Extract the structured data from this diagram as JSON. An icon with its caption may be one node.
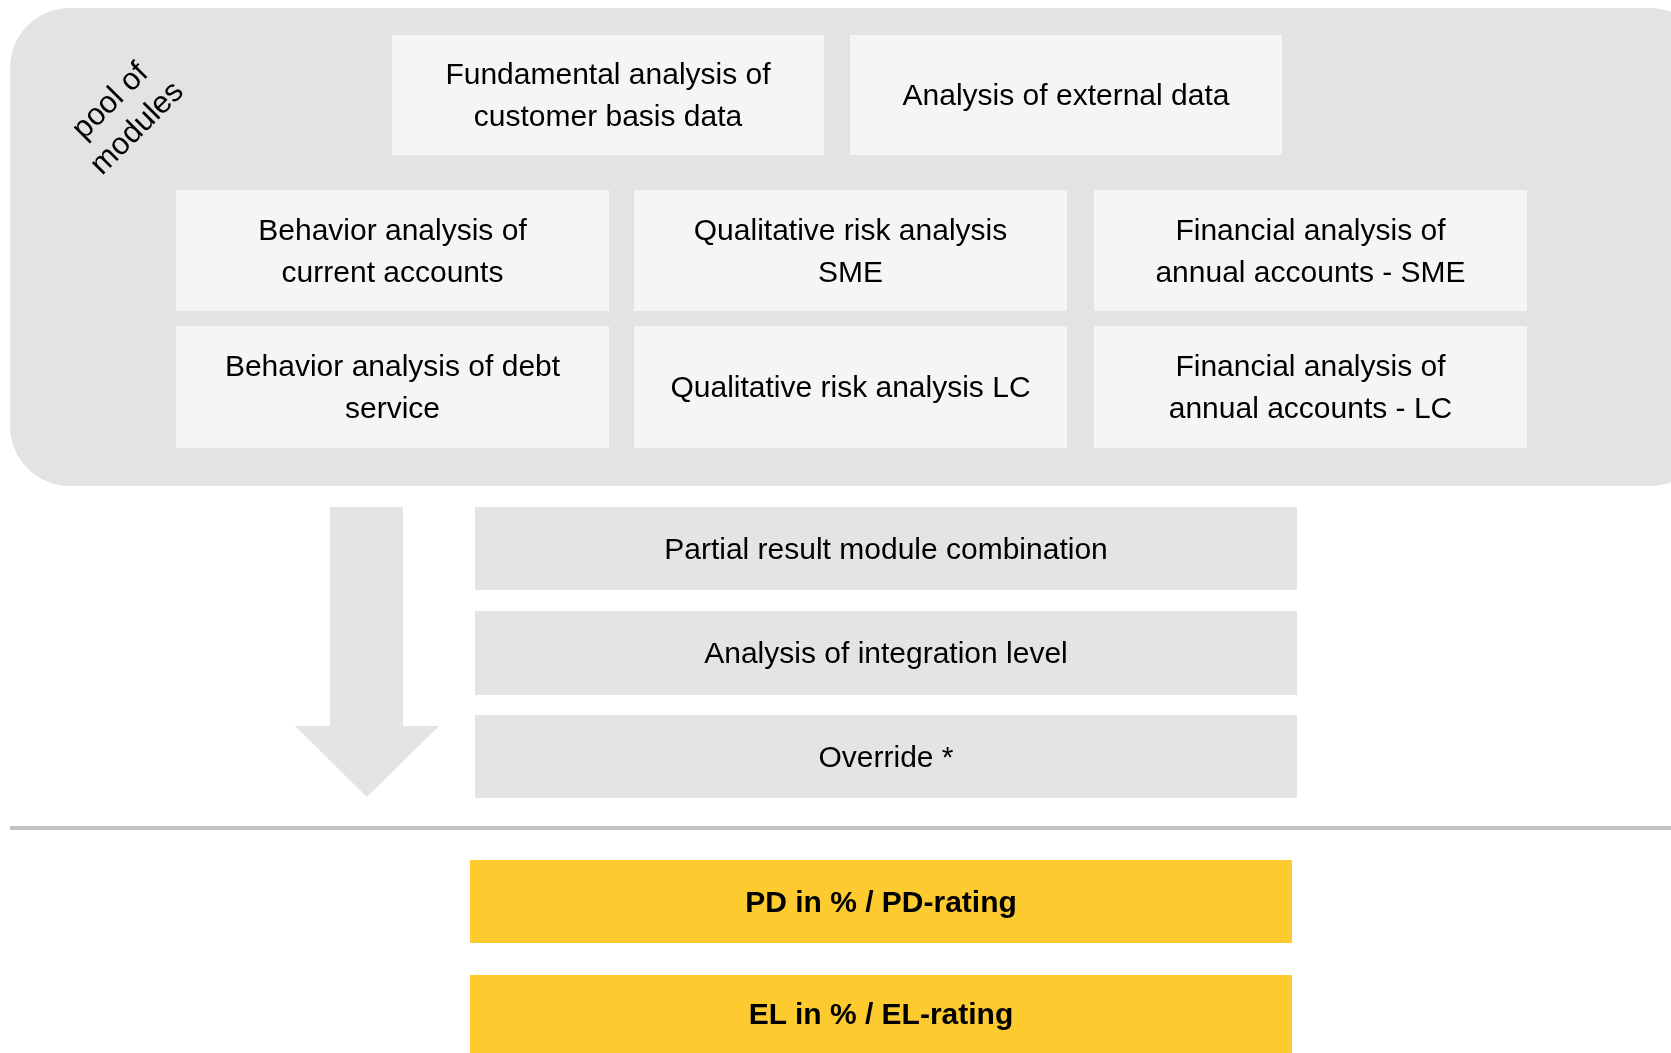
{
  "diagram": {
    "nodes": [
      {
        "text": [
          "pool of modules"
        ]
      },
      {
        "text": [
          "Fundamental analysis of customer basis data"
        ],
        "in": 0
      },
      {
        "text": [
          "Analysis of external data"
        ],
        "in": 0
      },
      {
        "text": [
          "Behavior analysis of current accounts"
        ],
        "in": 0
      },
      {
        "text": [
          "Qualitative risk analysis SME"
        ],
        "in": 0
      },
      {
        "text": [
          "Financial analysis of annual accounts - SME"
        ],
        "in": 0
      },
      {
        "text": [
          "Behavior analysis of debt service"
        ],
        "in": 0
      },
      {
        "text": [
          "Qualitative risk analysis LC"
        ],
        "in": 0
      },
      {
        "text": [
          "Financial analysis of annual accounts - LC"
        ],
        "in": 0
      },
      {
        "text": [
          "Partial result module combination"
        ]
      },
      {
        "text": [
          "Analysis of integration level"
        ]
      },
      {
        "text": [
          "Override *"
        ]
      },
      {
        "text": [
          "PD in % / PD-rating"
        ]
      },
      {
        "text": [
          "EL in % / EL-rating"
        ]
      }
    ]
  }
}
